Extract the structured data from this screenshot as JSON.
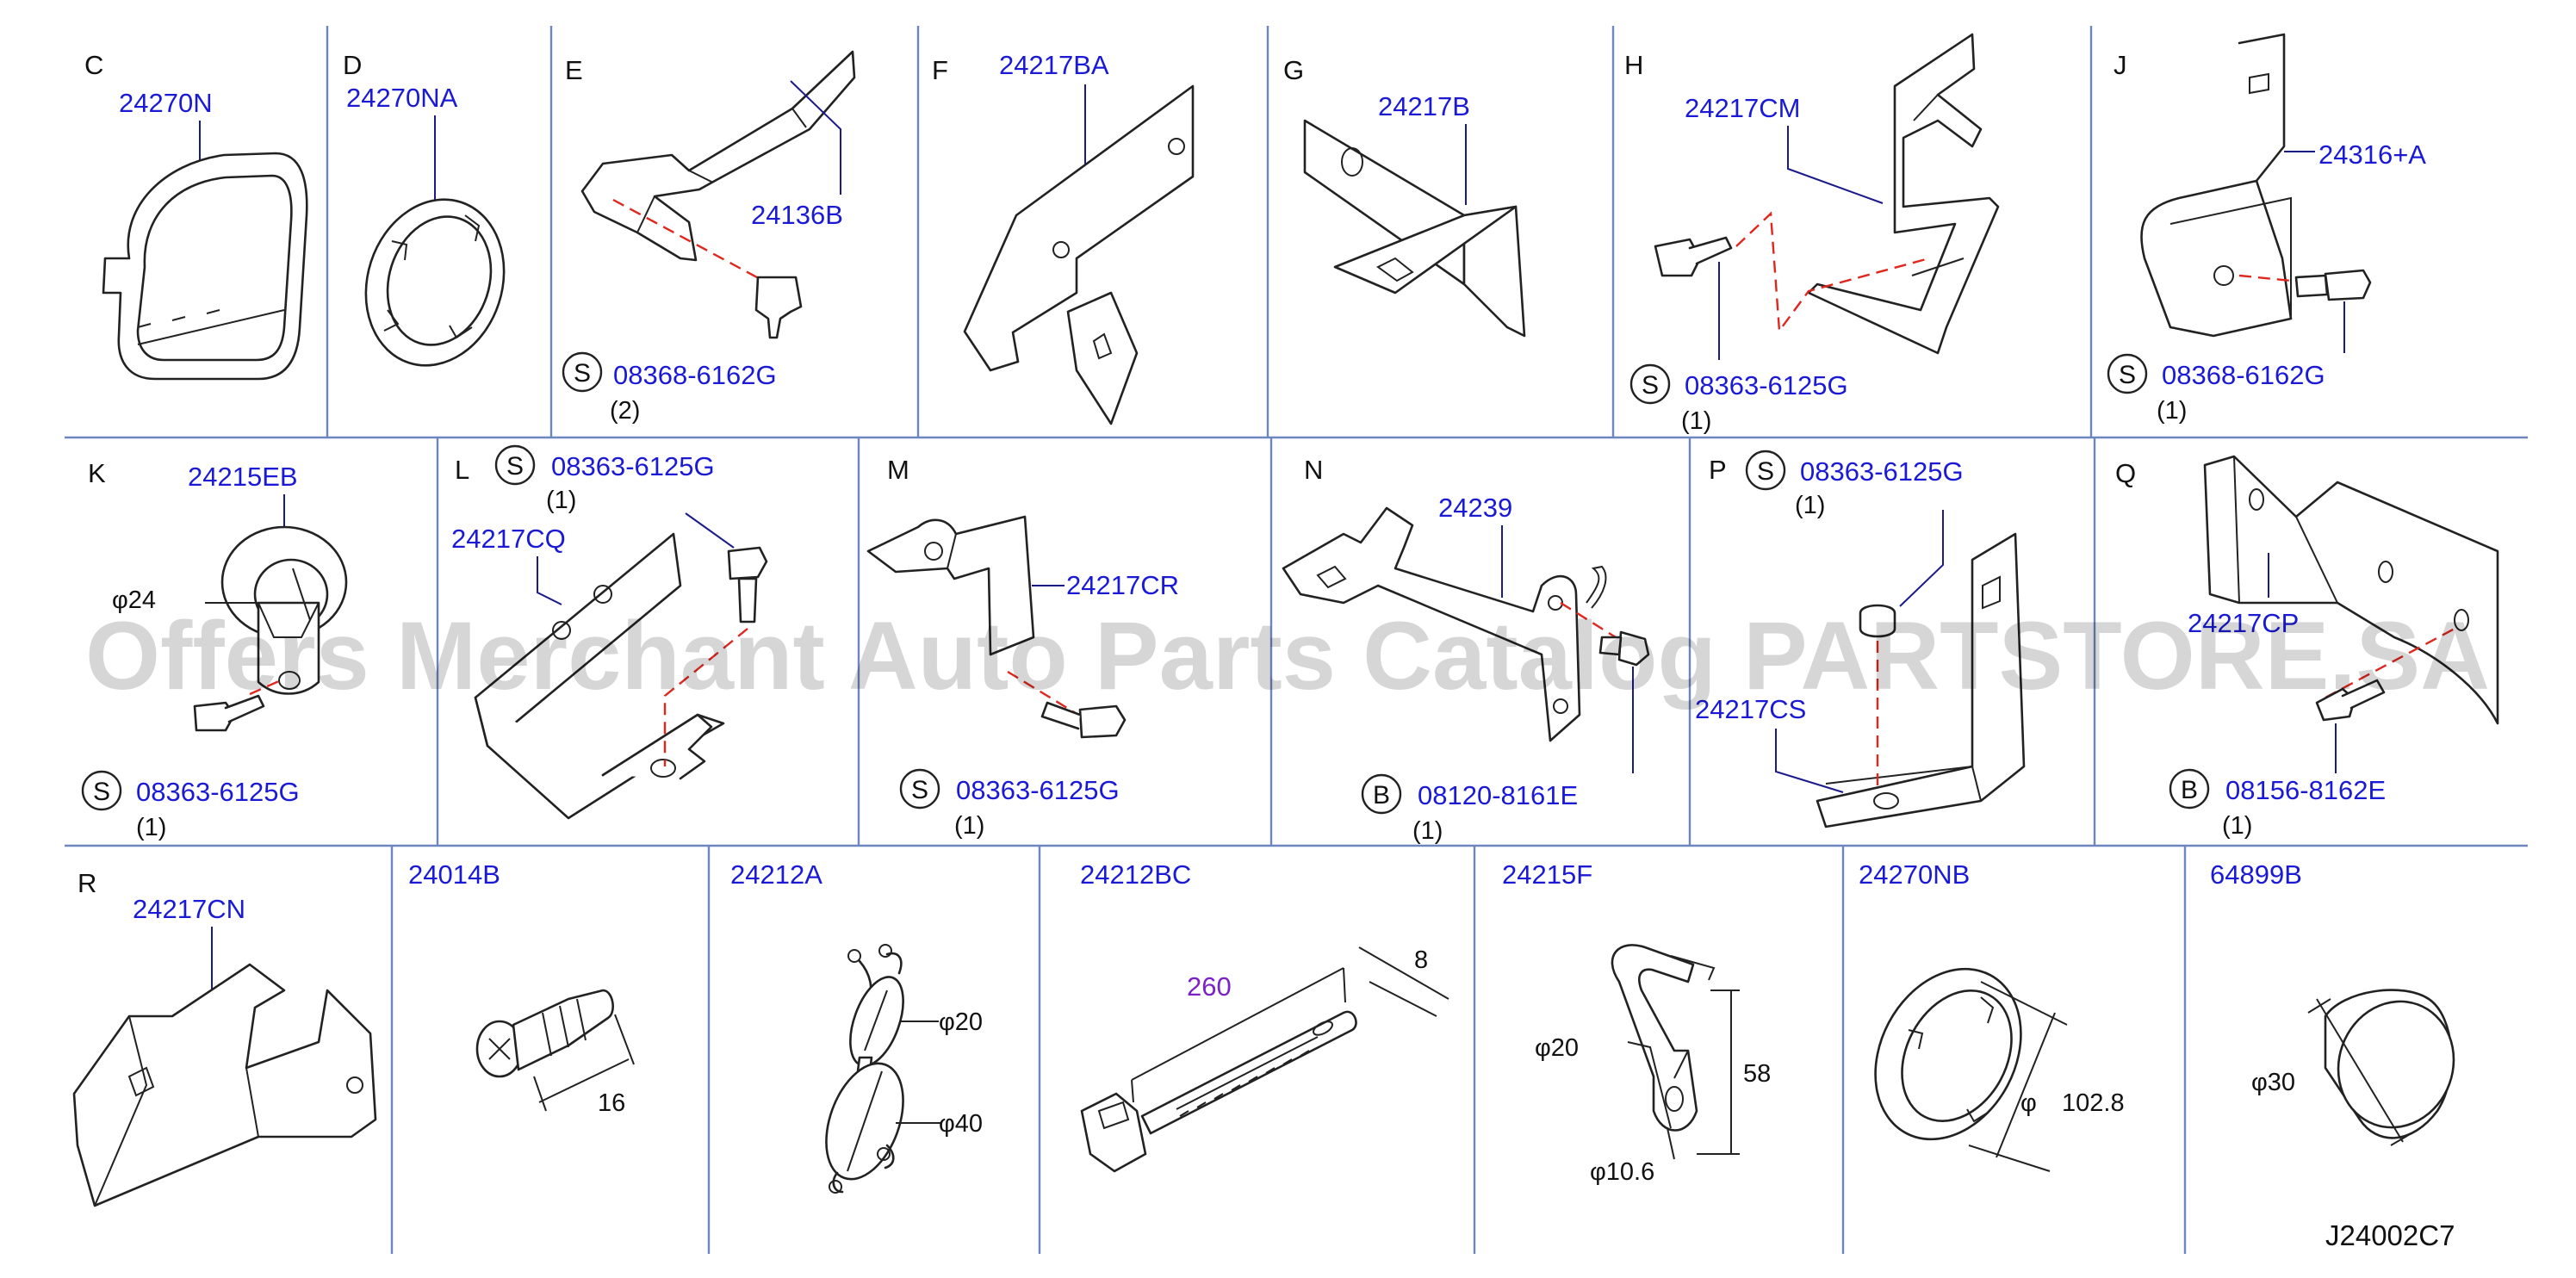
{
  "panels": {
    "C": {
      "letter": "C",
      "part": "24270N"
    },
    "D": {
      "letter": "D",
      "part": "24270NA"
    },
    "E": {
      "letter": "E",
      "part": "24136B",
      "bolt": {
        "prefix": "S",
        "part": "08368-6162G",
        "qty": "(2)"
      }
    },
    "F": {
      "letter": "F",
      "part": "24217BA"
    },
    "G": {
      "letter": "G",
      "part": "24217B"
    },
    "H": {
      "letter": "H",
      "part": "24217CM",
      "bolt": {
        "prefix": "S",
        "part": "08363-6125G",
        "qty": "(1)"
      }
    },
    "J": {
      "letter": "J",
      "part": "24316+A",
      "bolt": {
        "prefix": "S",
        "part": "08368-6162G",
        "qty": "(1)"
      }
    },
    "K": {
      "letter": "K",
      "part": "24215EB",
      "dim": "φ24",
      "bolt": {
        "prefix": "S",
        "part": "08363-6125G",
        "qty": "(1)"
      }
    },
    "L": {
      "letter": "L",
      "part": "24217CQ",
      "bolt": {
        "prefix": "S",
        "part": "08363-6125G",
        "qty": "(1)"
      }
    },
    "M": {
      "letter": "M",
      "part": "24217CR",
      "bolt": {
        "prefix": "S",
        "part": "08363-6125G",
        "qty": "(1)"
      }
    },
    "N": {
      "letter": "N",
      "part": "24239",
      "bolt": {
        "prefix": "B",
        "part": "08120-8161E",
        "qty": "(1)"
      }
    },
    "P": {
      "letter": "P",
      "part": "24217CS",
      "bolt": {
        "prefix": "S",
        "part": "08363-6125G",
        "qty": "(1)"
      }
    },
    "Q": {
      "letter": "Q",
      "part": "24217CP",
      "bolt": {
        "prefix": "B",
        "part": "08156-8162E",
        "qty": "(1)"
      }
    },
    "R": {
      "letter": "R",
      "part": "24217CN"
    },
    "B1": {
      "part": "24014B",
      "dim": "16"
    },
    "B2": {
      "part": "24212A",
      "dim_a": "φ20",
      "dim_b": "φ40"
    },
    "B3": {
      "part": "24212BC",
      "dim_len": "260",
      "dim_w": "8"
    },
    "B4": {
      "part": "24215F",
      "dim_a": "φ20",
      "dim_b": "58",
      "dim_c": "φ10.6"
    },
    "B5": {
      "part": "24270NB",
      "dim_a": "φ",
      "dim_b": "102.8"
    },
    "B6": {
      "part": "64899B",
      "dim": "φ30"
    }
  },
  "watermark": "Offers Merchant Auto Parts Catalog PARTSTORE.SA",
  "diagram_code": "J24002C7",
  "colors": {
    "part_number": "#1a1ad6",
    "dimension_highlight": "#7a22c8",
    "dashed_line": "#e0271e",
    "divider": "#6e86bf"
  }
}
